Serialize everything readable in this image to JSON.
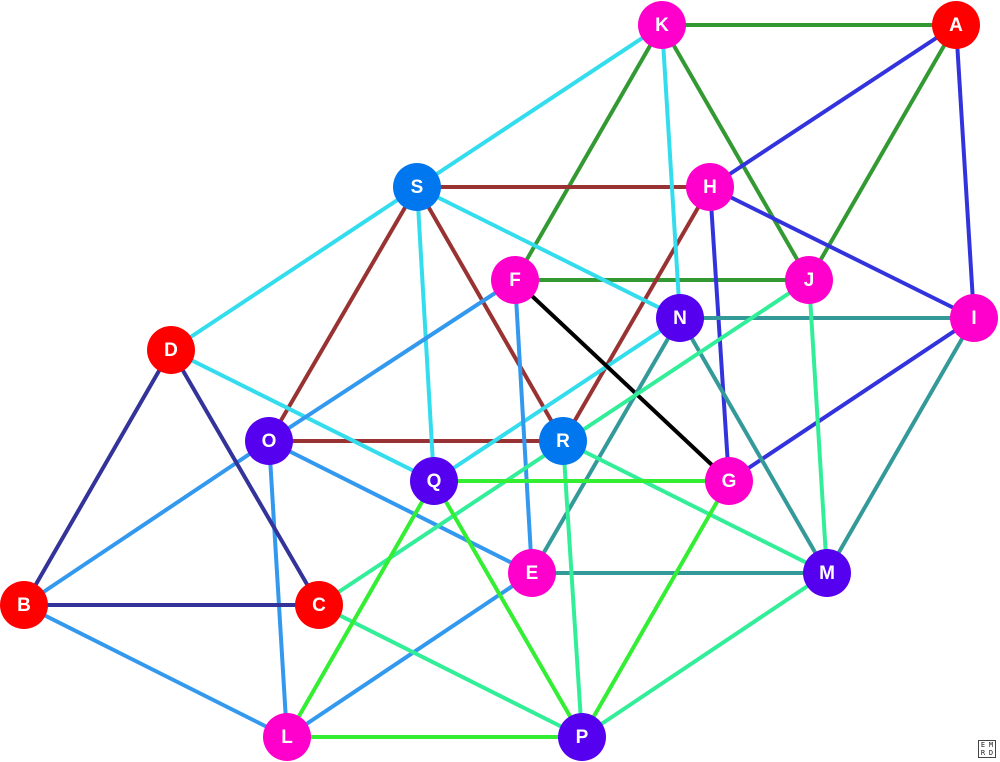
{
  "graph": {
    "nodes": [
      {
        "id": "A",
        "label": "A",
        "color": "#ff0000"
      },
      {
        "id": "B",
        "label": "B",
        "color": "#ff0000"
      },
      {
        "id": "C",
        "label": "C",
        "color": "#ff0000"
      },
      {
        "id": "D",
        "label": "D",
        "color": "#ff0000"
      },
      {
        "id": "E",
        "label": "E",
        "color": "#ff00cc"
      },
      {
        "id": "F",
        "label": "F",
        "color": "#ff00cc"
      },
      {
        "id": "G",
        "label": "G",
        "color": "#ff00cc"
      },
      {
        "id": "H",
        "label": "H",
        "color": "#ff00cc"
      },
      {
        "id": "I",
        "label": "I",
        "color": "#ff00cc"
      },
      {
        "id": "J",
        "label": "J",
        "color": "#ff00cc"
      },
      {
        "id": "K",
        "label": "K",
        "color": "#ff00cc"
      },
      {
        "id": "L",
        "label": "L",
        "color": "#ff00cc"
      },
      {
        "id": "M",
        "label": "M",
        "color": "#5500ee"
      },
      {
        "id": "N",
        "label": "N",
        "color": "#5500ee"
      },
      {
        "id": "O",
        "label": "O",
        "color": "#5500ee"
      },
      {
        "id": "P",
        "label": "P",
        "color": "#5500ee"
      },
      {
        "id": "Q",
        "label": "Q",
        "color": "#5500ee"
      },
      {
        "id": "R",
        "label": "R",
        "color": "#0077ee"
      },
      {
        "id": "S",
        "label": "S",
        "color": "#0077ee"
      }
    ],
    "edges": [
      {
        "from": "K",
        "to": "A",
        "color": "#339933"
      },
      {
        "from": "K",
        "to": "F",
        "color": "#339933"
      },
      {
        "from": "K",
        "to": "J",
        "color": "#339933"
      },
      {
        "from": "A",
        "to": "J",
        "color": "#339933"
      },
      {
        "from": "F",
        "to": "J",
        "color": "#339933"
      },
      {
        "from": "A",
        "to": "H",
        "color": "#3333dd"
      },
      {
        "from": "A",
        "to": "I",
        "color": "#3333dd"
      },
      {
        "from": "H",
        "to": "I",
        "color": "#3333dd"
      },
      {
        "from": "H",
        "to": "G",
        "color": "#3333dd"
      },
      {
        "from": "I",
        "to": "G",
        "color": "#3333dd"
      },
      {
        "from": "S",
        "to": "H",
        "color": "#993333"
      },
      {
        "from": "S",
        "to": "O",
        "color": "#993333"
      },
      {
        "from": "S",
        "to": "R",
        "color": "#993333"
      },
      {
        "from": "O",
        "to": "R",
        "color": "#993333"
      },
      {
        "from": "H",
        "to": "R",
        "color": "#993333"
      },
      {
        "from": "K",
        "to": "S",
        "color": "#33ddee"
      },
      {
        "from": "K",
        "to": "N",
        "color": "#33ddee"
      },
      {
        "from": "S",
        "to": "D",
        "color": "#33ddee"
      },
      {
        "from": "S",
        "to": "Q",
        "color": "#33ddee"
      },
      {
        "from": "S",
        "to": "N",
        "color": "#33ddee"
      },
      {
        "from": "D",
        "to": "Q",
        "color": "#33ddee"
      },
      {
        "from": "N",
        "to": "Q",
        "color": "#33ddee"
      },
      {
        "from": "F",
        "to": "G",
        "color": "#000000"
      },
      {
        "from": "F",
        "to": "O",
        "color": "#3399ee"
      },
      {
        "from": "F",
        "to": "E",
        "color": "#3399ee"
      },
      {
        "from": "O",
        "to": "B",
        "color": "#3399ee"
      },
      {
        "from": "O",
        "to": "E",
        "color": "#3399ee"
      },
      {
        "from": "O",
        "to": "L",
        "color": "#3399ee"
      },
      {
        "from": "B",
        "to": "L",
        "color": "#3399ee"
      },
      {
        "from": "E",
        "to": "L",
        "color": "#3399ee"
      },
      {
        "from": "D",
        "to": "B",
        "color": "#333399"
      },
      {
        "from": "D",
        "to": "C",
        "color": "#333399"
      },
      {
        "from": "B",
        "to": "C",
        "color": "#333399"
      },
      {
        "from": "N",
        "to": "I",
        "color": "#339999"
      },
      {
        "from": "N",
        "to": "E",
        "color": "#339999"
      },
      {
        "from": "N",
        "to": "M",
        "color": "#339999"
      },
      {
        "from": "I",
        "to": "M",
        "color": "#339999"
      },
      {
        "from": "E",
        "to": "M",
        "color": "#339999"
      },
      {
        "from": "J",
        "to": "C",
        "color": "#33ee99"
      },
      {
        "from": "J",
        "to": "M",
        "color": "#33ee99"
      },
      {
        "from": "R",
        "to": "M",
        "color": "#33ee99"
      },
      {
        "from": "R",
        "to": "P",
        "color": "#33ee99"
      },
      {
        "from": "C",
        "to": "P",
        "color": "#33ee99"
      },
      {
        "from": "M",
        "to": "P",
        "color": "#33ee99"
      },
      {
        "from": "Q",
        "to": "G",
        "color": "#33ee33"
      },
      {
        "from": "Q",
        "to": "L",
        "color": "#33ee33"
      },
      {
        "from": "Q",
        "to": "P",
        "color": "#33ee33"
      },
      {
        "from": "G",
        "to": "P",
        "color": "#33ee33"
      },
      {
        "from": "L",
        "to": "P",
        "color": "#33ee33"
      }
    ]
  },
  "logo": {
    "cells": [
      "E",
      "M",
      "R",
      "D"
    ]
  }
}
